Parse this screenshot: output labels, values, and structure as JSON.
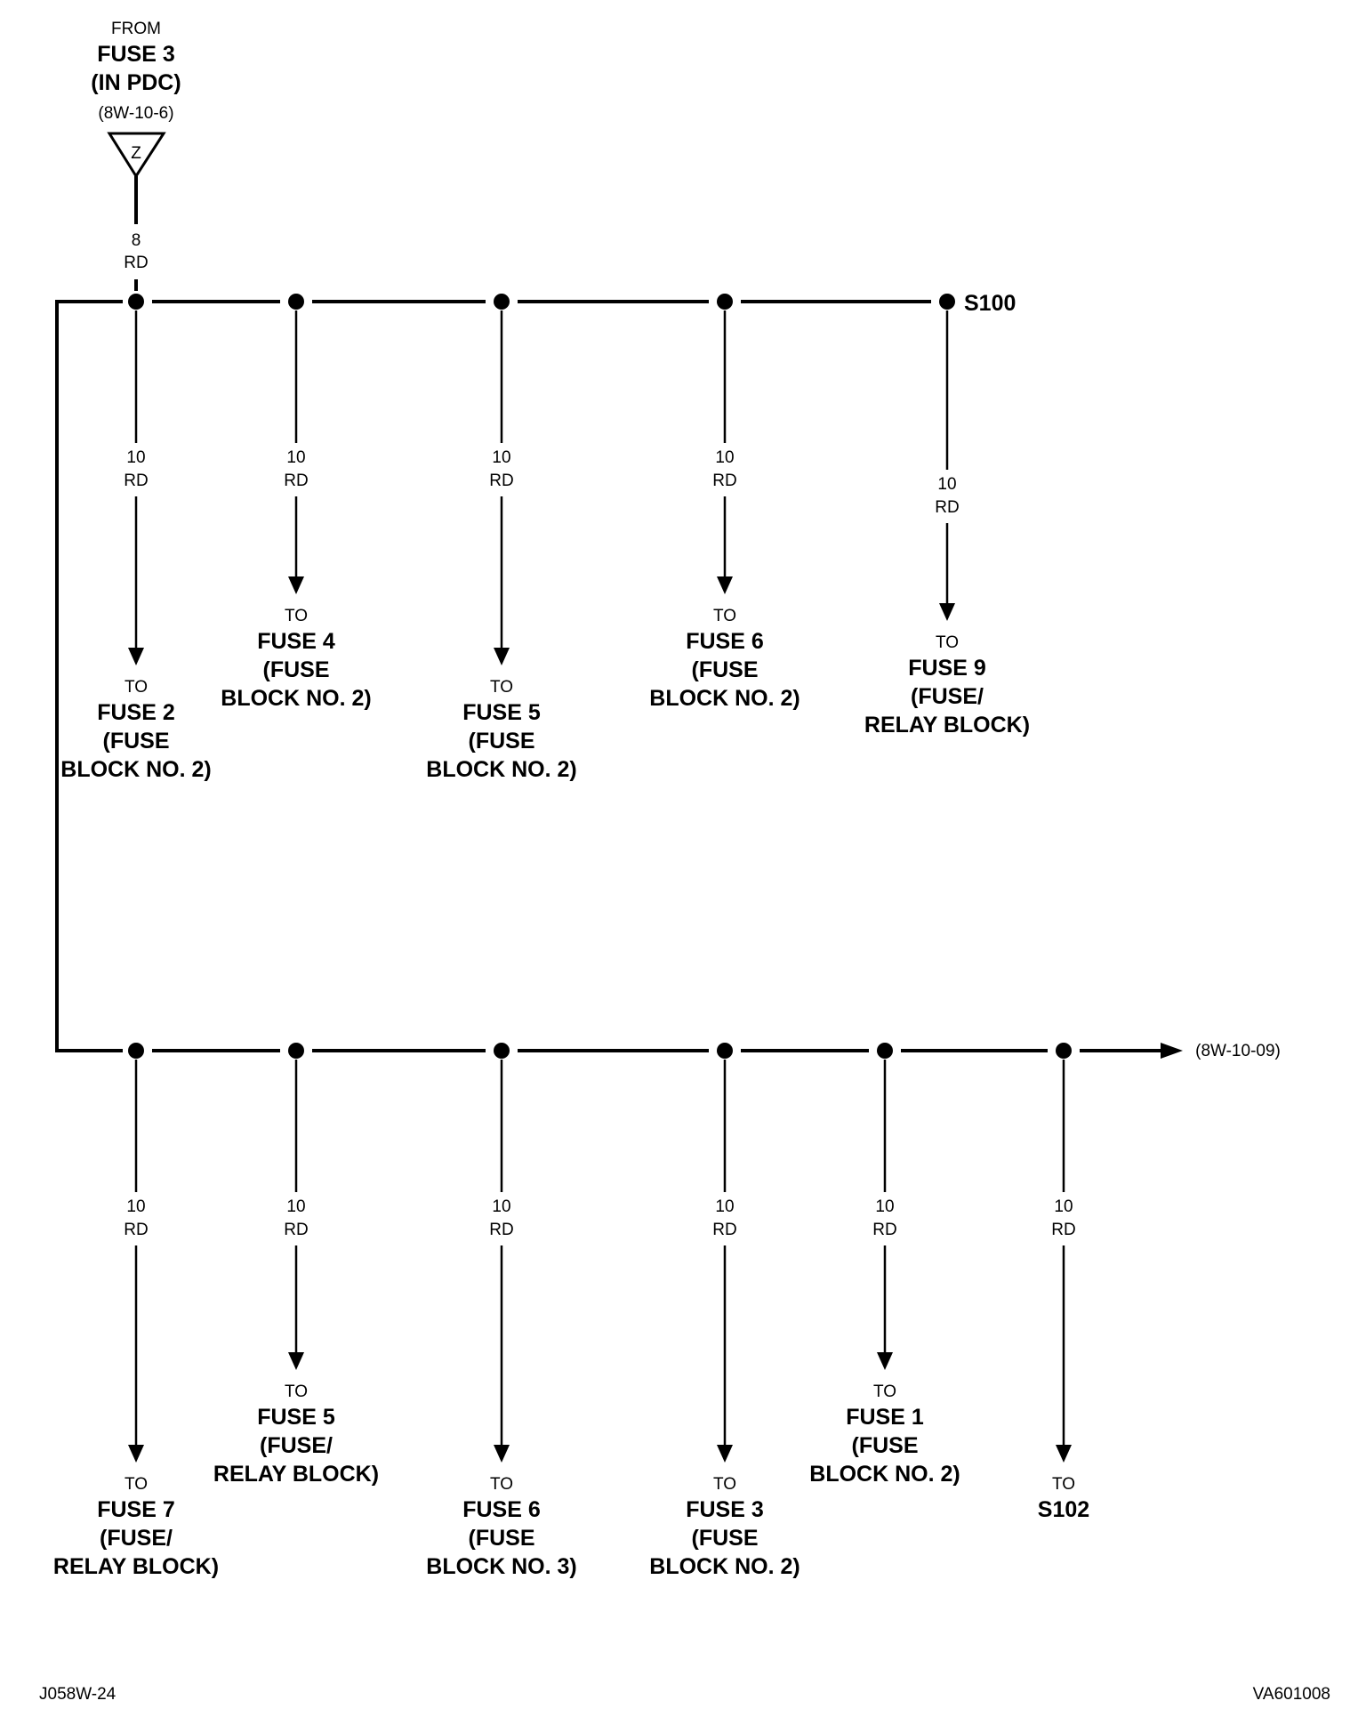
{
  "source": {
    "line1": "FROM",
    "line2": "FUSE 3",
    "line3": "(IN PDC)",
    "ref": "(8W-10-6)",
    "connector": "Z",
    "gauge": "8",
    "color": "RD"
  },
  "splice_top": {
    "label": "S100"
  },
  "continuation_ref": "(8W-10-09)",
  "top_branches": [
    {
      "gauge": "10",
      "color": "RD",
      "to": "TO",
      "dest": [
        "FUSE 2",
        "(FUSE",
        "BLOCK NO. 2)"
      ]
    },
    {
      "gauge": "10",
      "color": "RD",
      "to": "TO",
      "dest": [
        "FUSE 4",
        "(FUSE",
        "BLOCK NO. 2)"
      ]
    },
    {
      "gauge": "10",
      "color": "RD",
      "to": "TO",
      "dest": [
        "FUSE 5",
        "(FUSE",
        "BLOCK NO. 2)"
      ]
    },
    {
      "gauge": "10",
      "color": "RD",
      "to": "TO",
      "dest": [
        "FUSE 6",
        "(FUSE",
        "BLOCK NO. 2)"
      ]
    },
    {
      "gauge": "10",
      "color": "RD",
      "to": "TO",
      "dest": [
        "FUSE 9",
        "(FUSE/",
        "RELAY BLOCK)"
      ]
    }
  ],
  "bottom_branches": [
    {
      "gauge": "10",
      "color": "RD",
      "to": "TO",
      "dest": [
        "FUSE 7",
        "(FUSE/",
        "RELAY BLOCK)"
      ]
    },
    {
      "gauge": "10",
      "color": "RD",
      "to": "TO",
      "dest": [
        "FUSE 5",
        "(FUSE/",
        "RELAY BLOCK)"
      ]
    },
    {
      "gauge": "10",
      "color": "RD",
      "to": "TO",
      "dest": [
        "FUSE 6",
        "(FUSE",
        "BLOCK NO. 3)"
      ]
    },
    {
      "gauge": "10",
      "color": "RD",
      "to": "TO",
      "dest": [
        "FUSE 3",
        "(FUSE",
        "BLOCK NO. 2)"
      ]
    },
    {
      "gauge": "10",
      "color": "RD",
      "to": "TO",
      "dest": [
        "FUSE 1",
        "(FUSE",
        "BLOCK NO. 2)"
      ]
    },
    {
      "gauge": "10",
      "color": "RD",
      "to": "TO",
      "dest": [
        "S102"
      ]
    }
  ],
  "footer": {
    "left": "J058W-24",
    "right": "VA601008"
  }
}
